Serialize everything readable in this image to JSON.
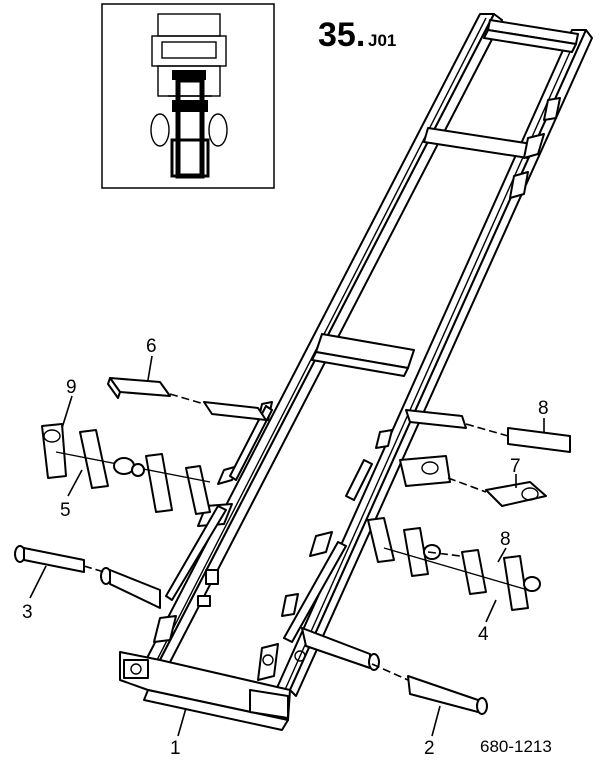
{
  "section": {
    "main": "35.",
    "sub": "J01"
  },
  "document_number": "680-1213",
  "callouts": [
    {
      "id": "1",
      "text": "1"
    },
    {
      "id": "2",
      "text": "2"
    },
    {
      "id": "3",
      "text": "3"
    },
    {
      "id": "4",
      "text": "4"
    },
    {
      "id": "5",
      "text": "5"
    },
    {
      "id": "6",
      "text": "6"
    },
    {
      "id": "7",
      "text": "7"
    },
    {
      "id": "8a",
      "text": "8"
    },
    {
      "id": "8b",
      "text": "8"
    },
    {
      "id": "9",
      "text": "9"
    }
  ]
}
